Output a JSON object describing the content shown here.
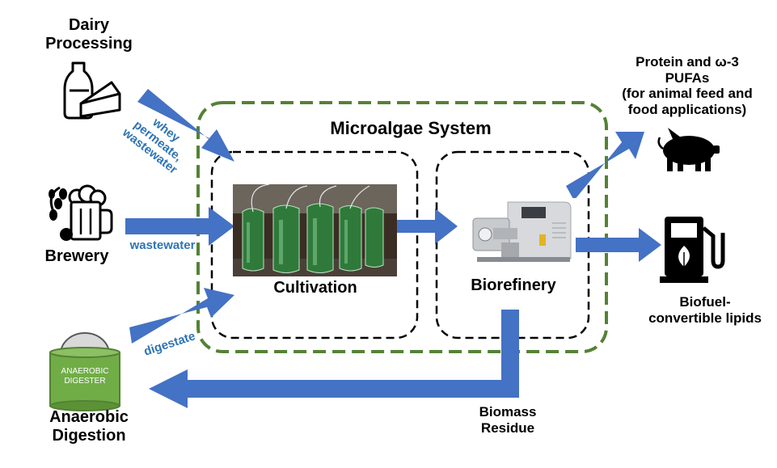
{
  "system": {
    "title": "Microalgae System"
  },
  "stages": {
    "cultivation": "Cultivation",
    "biorefinery": "Biorefinery"
  },
  "sources": {
    "dairy": [
      "Dairy",
      "Processing"
    ],
    "brewery": "Brewery",
    "anaerobic": [
      "Anaerobic",
      "Digestion"
    ]
  },
  "flows": {
    "dairy_lines": [
      "whey",
      "permeate,",
      "wastewater"
    ],
    "brewery": "wastewater",
    "digestate": "digestate",
    "residue": [
      "Biomass",
      "Residue"
    ]
  },
  "products": {
    "protein": [
      "Protein and ω-3",
      "PUFAs",
      "(for animal feed and",
      "food applications)"
    ],
    "biofuel": [
      "Biofuel-",
      "convertible lipids"
    ]
  },
  "digester": {
    "tank_lines": [
      "ANAEROBIC",
      "DIGESTER"
    ]
  },
  "colors": {
    "arrow": "#4472c4",
    "system_border": "#548235",
    "flow_text": "#2e74b5",
    "tank": "#70ad47"
  },
  "icons": [
    "milk-cheese-icon",
    "beer-mug-icon",
    "digester-tank-icon",
    "pig-icon",
    "fuel-pump-icon",
    "photobioreactor-photo",
    "homogenizer-photo"
  ]
}
